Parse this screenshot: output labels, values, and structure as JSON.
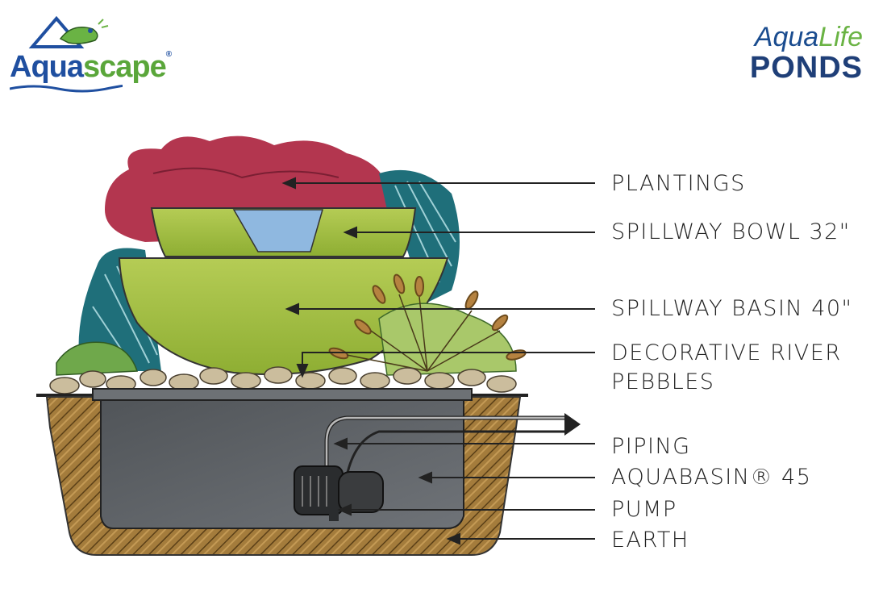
{
  "logos": {
    "left": {
      "part1": "Aqua",
      "part2": "scape",
      "mark": "®"
    },
    "right": {
      "line1_a": "Aqua",
      "line1_b": "Life",
      "line2": "PONDS"
    }
  },
  "labels": {
    "plantings": "PLANTINGS",
    "spillway_bowl": "SPILLWAY BOWL 32\"",
    "spillway_basin": "SPILLWAY BASIN 40\"",
    "pebbles_line1": "DECORATIVE RIVER",
    "pebbles_line2": "PEBBLES",
    "piping": "PIPING",
    "aquabasin": "AQUABASIN® 45",
    "pump": "PUMP",
    "earth": "EARTH"
  },
  "colors": {
    "plantings": "#b3364f",
    "bowl": "#9dbb3c",
    "water": "#8fb8e0",
    "basin_stone": "#5e6266",
    "earth": "#a07a3a",
    "leaves_dark": "#1f6f7a",
    "pebble": "#cbbd9d"
  }
}
